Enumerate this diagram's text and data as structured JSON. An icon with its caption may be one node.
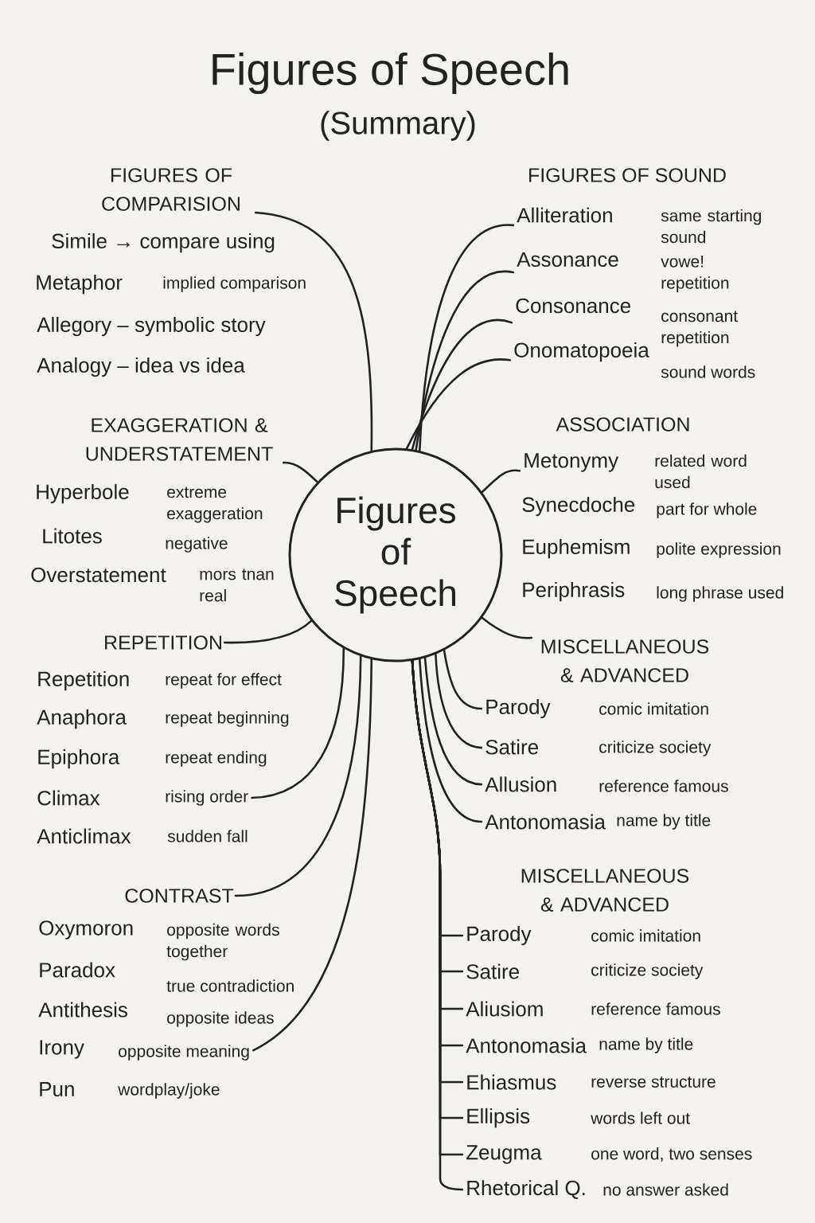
{
  "diagram": {
    "title": "Figures of Speech",
    "nodes": [
      {
        "text": [
          "Figures of Speech"
        ]
      },
      {
        "text": [
          "FIGURES OF COMPARISION"
        ]
      },
      {
        "text": [
          "Simile → compare using"
        ]
      },
      {
        "text": [
          "Metaphor",
          "implied comparison"
        ]
      },
      {
        "text": [
          "Allegory – symbolic story"
        ]
      },
      {
        "text": [
          "Analogy – idea vs idea"
        ]
      },
      {
        "text": [
          "EXAGGERATION & UNDERSTATEMENT"
        ]
      },
      {
        "text": [
          "Hyperbole",
          "extreme exaggeration"
        ]
      },
      {
        "text": [
          "Litotes",
          "negative"
        ]
      },
      {
        "text": [
          "Overstatement",
          "mors tnan real"
        ]
      },
      {
        "text": [
          "REPETITION"
        ]
      },
      {
        "text": [
          "Repetition",
          "repeat for effect"
        ]
      },
      {
        "text": [
          "Anaphora",
          "repeat beginning"
        ]
      },
      {
        "text": [
          "Epiphora",
          "repeat ending"
        ]
      },
      {
        "text": [
          "Climax",
          "rising order"
        ]
      },
      {
        "text": [
          "Anticlimax",
          "sudden fall"
        ]
      },
      {
        "text": [
          "CONTRAST"
        ]
      },
      {
        "text": [
          "Oxymoron",
          "opposite words together"
        ]
      },
      {
        "text": [
          "Paradox",
          "true contradiction"
        ]
      },
      {
        "text": [
          "Antithesis",
          "opposite ideas"
        ]
      },
      {
        "text": [
          "Irony",
          "opposite meaning"
        ]
      },
      {
        "text": [
          "Pun",
          "wordplay/joke"
        ]
      },
      {
        "text": [
          "FIGURES OF SOUND"
        ]
      },
      {
        "text": [
          "Alliteration",
          "same starting sound"
        ]
      },
      {
        "text": [
          "Assonance",
          "vowe! repetition"
        ]
      },
      {
        "text": [
          "Consonance",
          "consonant repetition"
        ]
      },
      {
        "text": [
          "Onomatopoeia",
          "sound words"
        ]
      },
      {
        "text": [
          "ASSOCIATION"
        ]
      },
      {
        "text": [
          "Metonymy",
          "related word used"
        ]
      },
      {
        "text": [
          "Synecdoche",
          "part for whole"
        ]
      },
      {
        "text": [
          "Euphemism",
          "polite expression"
        ]
      },
      {
        "text": [
          "Periphrasis",
          "long phrase used"
        ]
      },
      {
        "text": [
          "MISCELLANEOUS & ADVANCED"
        ]
      },
      {
        "text": [
          "Parody",
          "comic imitation"
        ]
      },
      {
        "text": [
          "Satire",
          "criticize society"
        ]
      },
      {
        "text": [
          "Allusion",
          "reference famous"
        ]
      },
      {
        "text": [
          "Antonomasia",
          "name by title"
        ]
      },
      {
        "text": [
          "MISCELLANEOUS & ADVANCED"
        ]
      },
      {
        "text": [
          "Parody",
          "comic imitation"
        ]
      },
      {
        "text": [
          "Satire",
          "criticize society"
        ]
      },
      {
        "text": [
          "Aliusiom",
          "reference famous"
        ]
      },
      {
        "text": [
          "Antonomasia",
          "name by title"
        ]
      },
      {
        "text": [
          "Ehiasmus",
          "reverse structure"
        ]
      },
      {
        "text": [
          "Ellipsis",
          "words left out"
        ]
      },
      {
        "text": [
          "Zeugma",
          "one word, two senses"
        ]
      },
      {
        "text": [
          "Rhetorical Q.",
          "no answer asked"
        ]
      }
    ],
    "edges": [
      {
        "from": 0,
        "to": 1,
        "arrow": "none"
      },
      {
        "from": 0,
        "to": 6,
        "arrow": "none"
      },
      {
        "from": 0,
        "to": 10,
        "arrow": "none"
      },
      {
        "from": 0,
        "to": 14,
        "arrow": "none"
      },
      {
        "from": 0,
        "to": 16,
        "arrow": "none"
      },
      {
        "from": 0,
        "to": 20,
        "arrow": "none"
      },
      {
        "from": 0,
        "to": 23,
        "arrow": "none"
      },
      {
        "from": 0,
        "to": 24,
        "arrow": "none"
      },
      {
        "from": 0,
        "to": 25,
        "arrow": "none"
      },
      {
        "from": 0,
        "to": 26,
        "arrow": "none"
      },
      {
        "from": 0,
        "to": 28,
        "arrow": "none"
      },
      {
        "from": 0,
        "to": 32,
        "arrow": "none"
      },
      {
        "from": 0,
        "to": 33,
        "arrow": "none"
      },
      {
        "from": 0,
        "to": 34,
        "arrow": "none"
      },
      {
        "from": 0,
        "to": 35,
        "arrow": "none"
      },
      {
        "from": 0,
        "to": 36,
        "arrow": "none"
      },
      {
        "from": 0,
        "to": 38,
        "arrow": "none"
      },
      {
        "from": 0,
        "to": 39,
        "arrow": "none"
      },
      {
        "from": 0,
        "to": 40,
        "arrow": "none"
      },
      {
        "from": 0,
        "to": 41,
        "arrow": "none"
      },
      {
        "from": 0,
        "to": 42,
        "arrow": "none"
      },
      {
        "from": 0,
        "to": 43,
        "arrow": "none"
      },
      {
        "from": 0,
        "to": 44,
        "arrow": "none"
      },
      {
        "from": 0,
        "to": 45,
        "arrow": "none"
      }
    ],
    "labels": [
      "(Summary)"
    ]
  }
}
